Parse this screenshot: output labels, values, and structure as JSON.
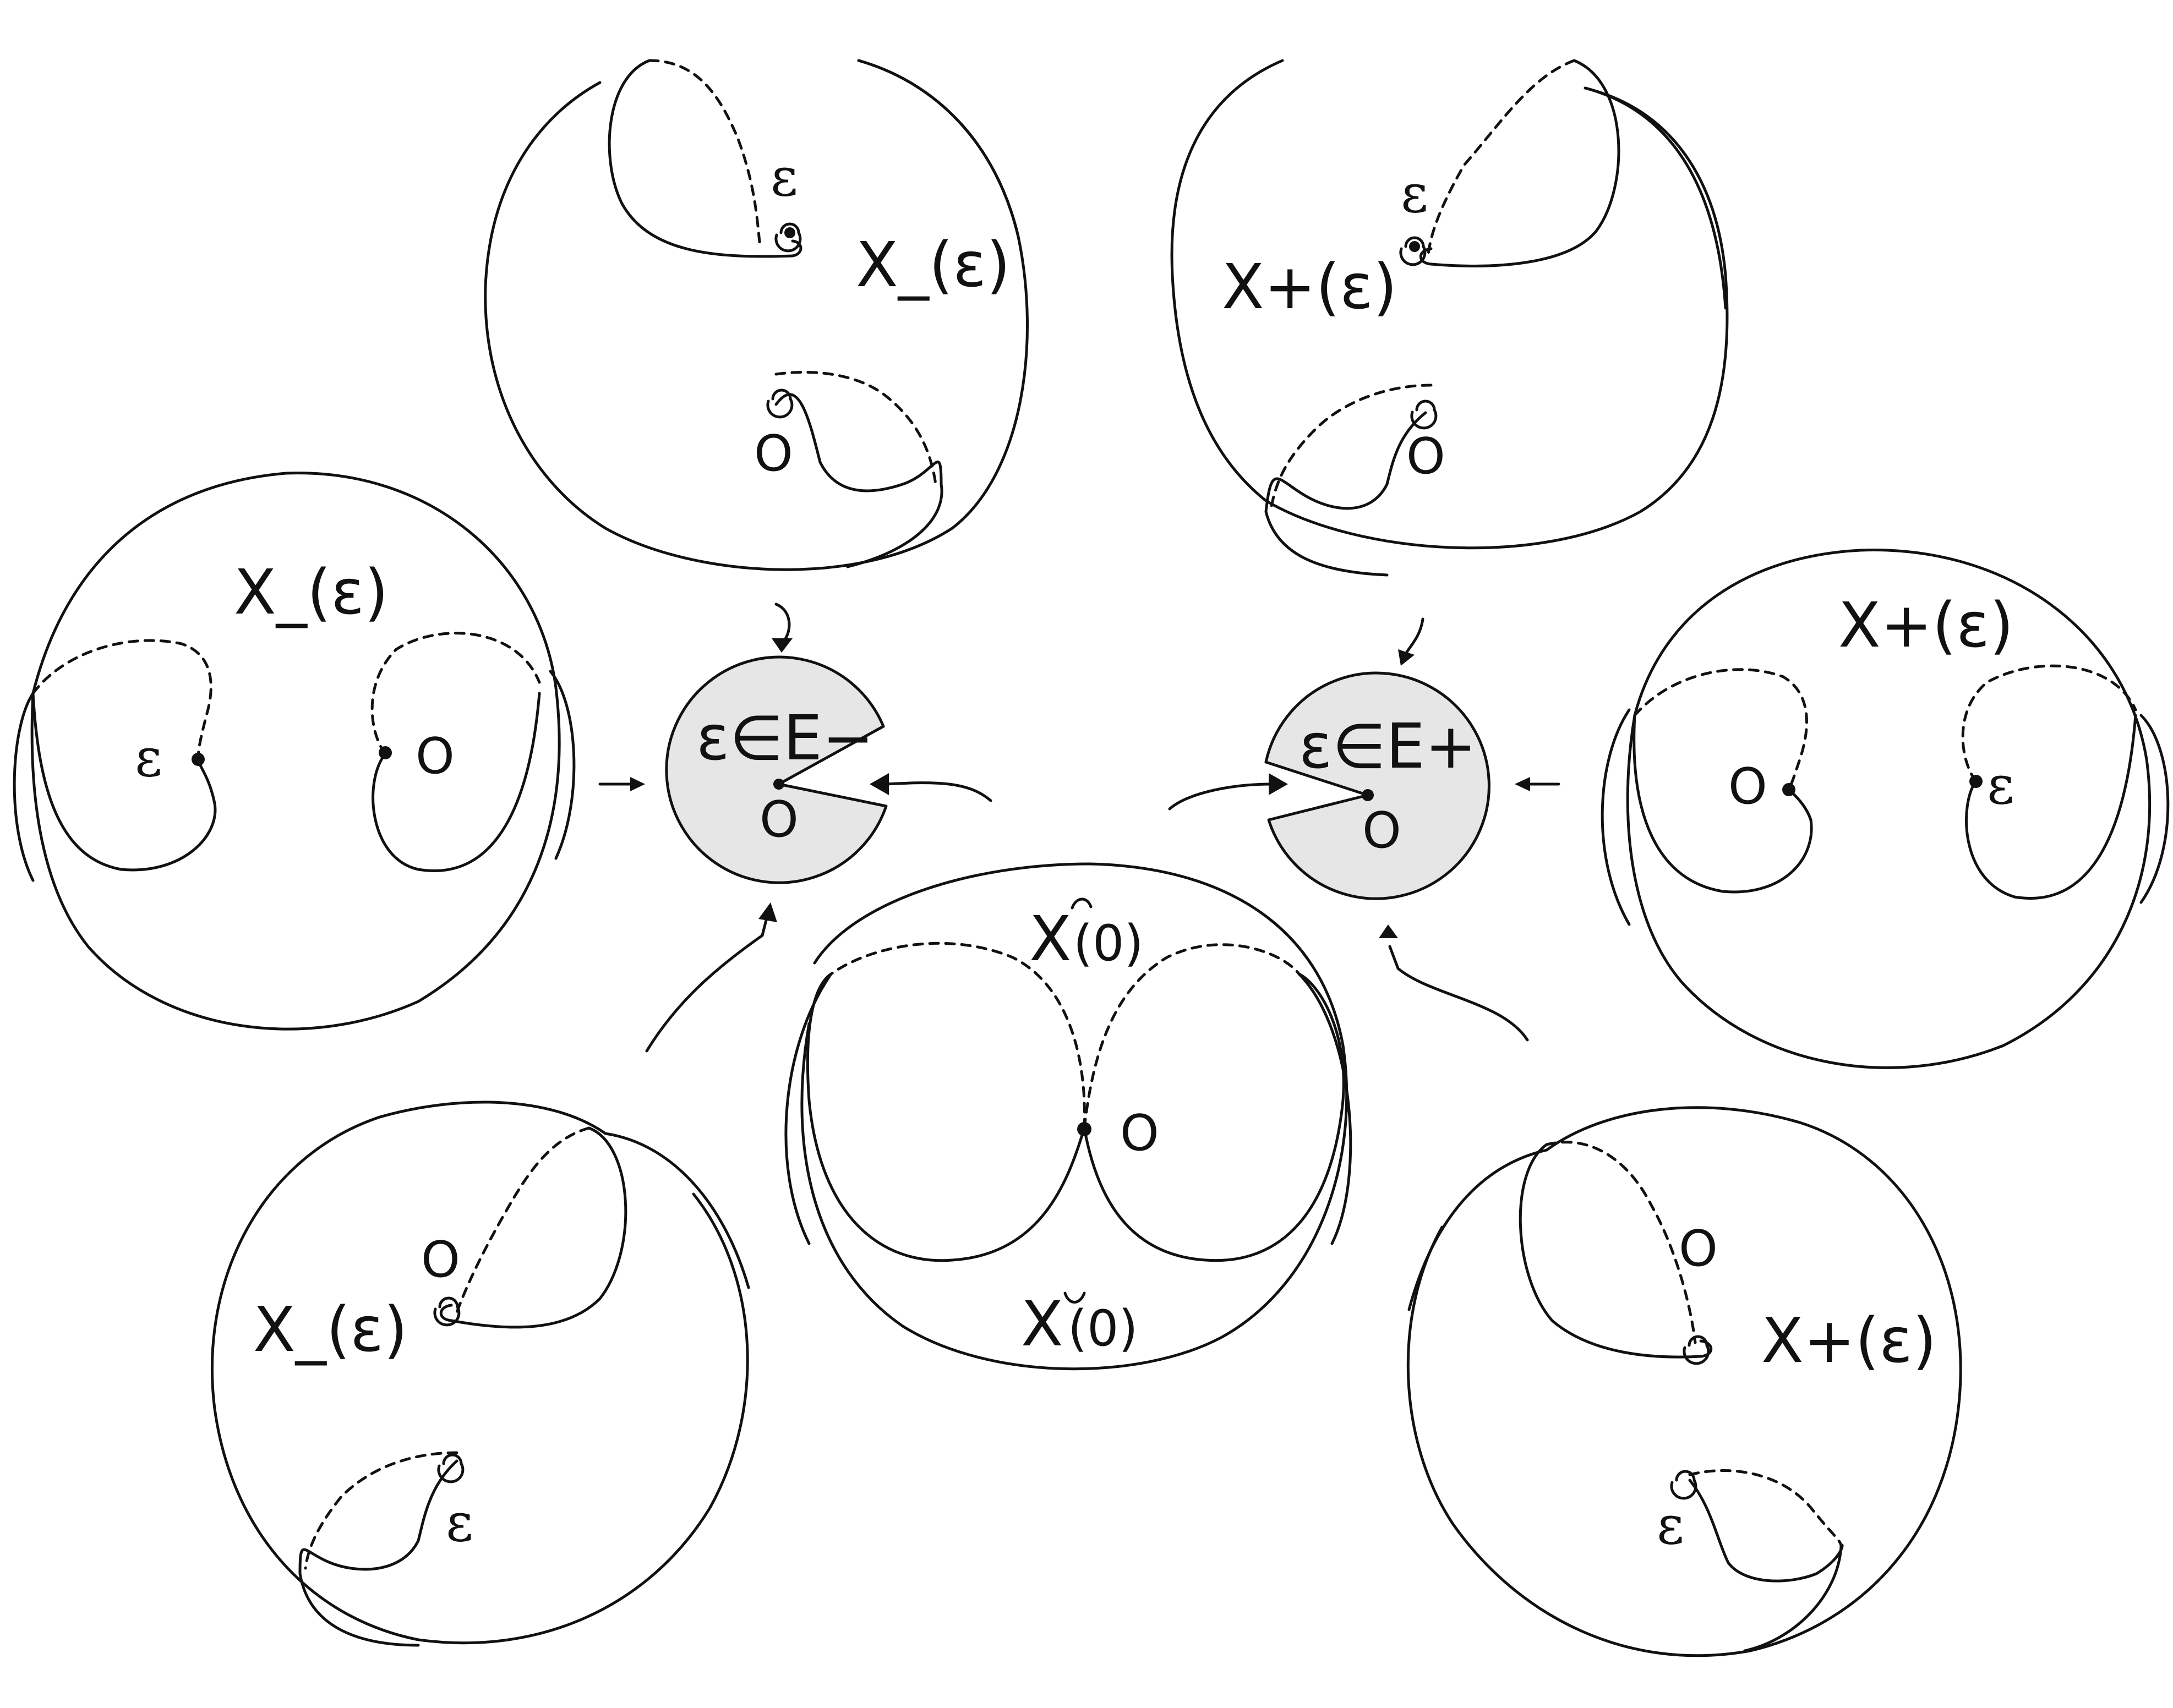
{
  "symbols": {
    "epsilon": "ε",
    "zero": "O"
  },
  "labels": {
    "x_minus": "X_(ε)",
    "x_plus": "X+(ε)",
    "x_top": "X",
    "x_bottom": "X",
    "x_zero_arg": "(0)",
    "e_minus": "ε∈E−",
    "e_plus": "ε∈E+"
  }
}
